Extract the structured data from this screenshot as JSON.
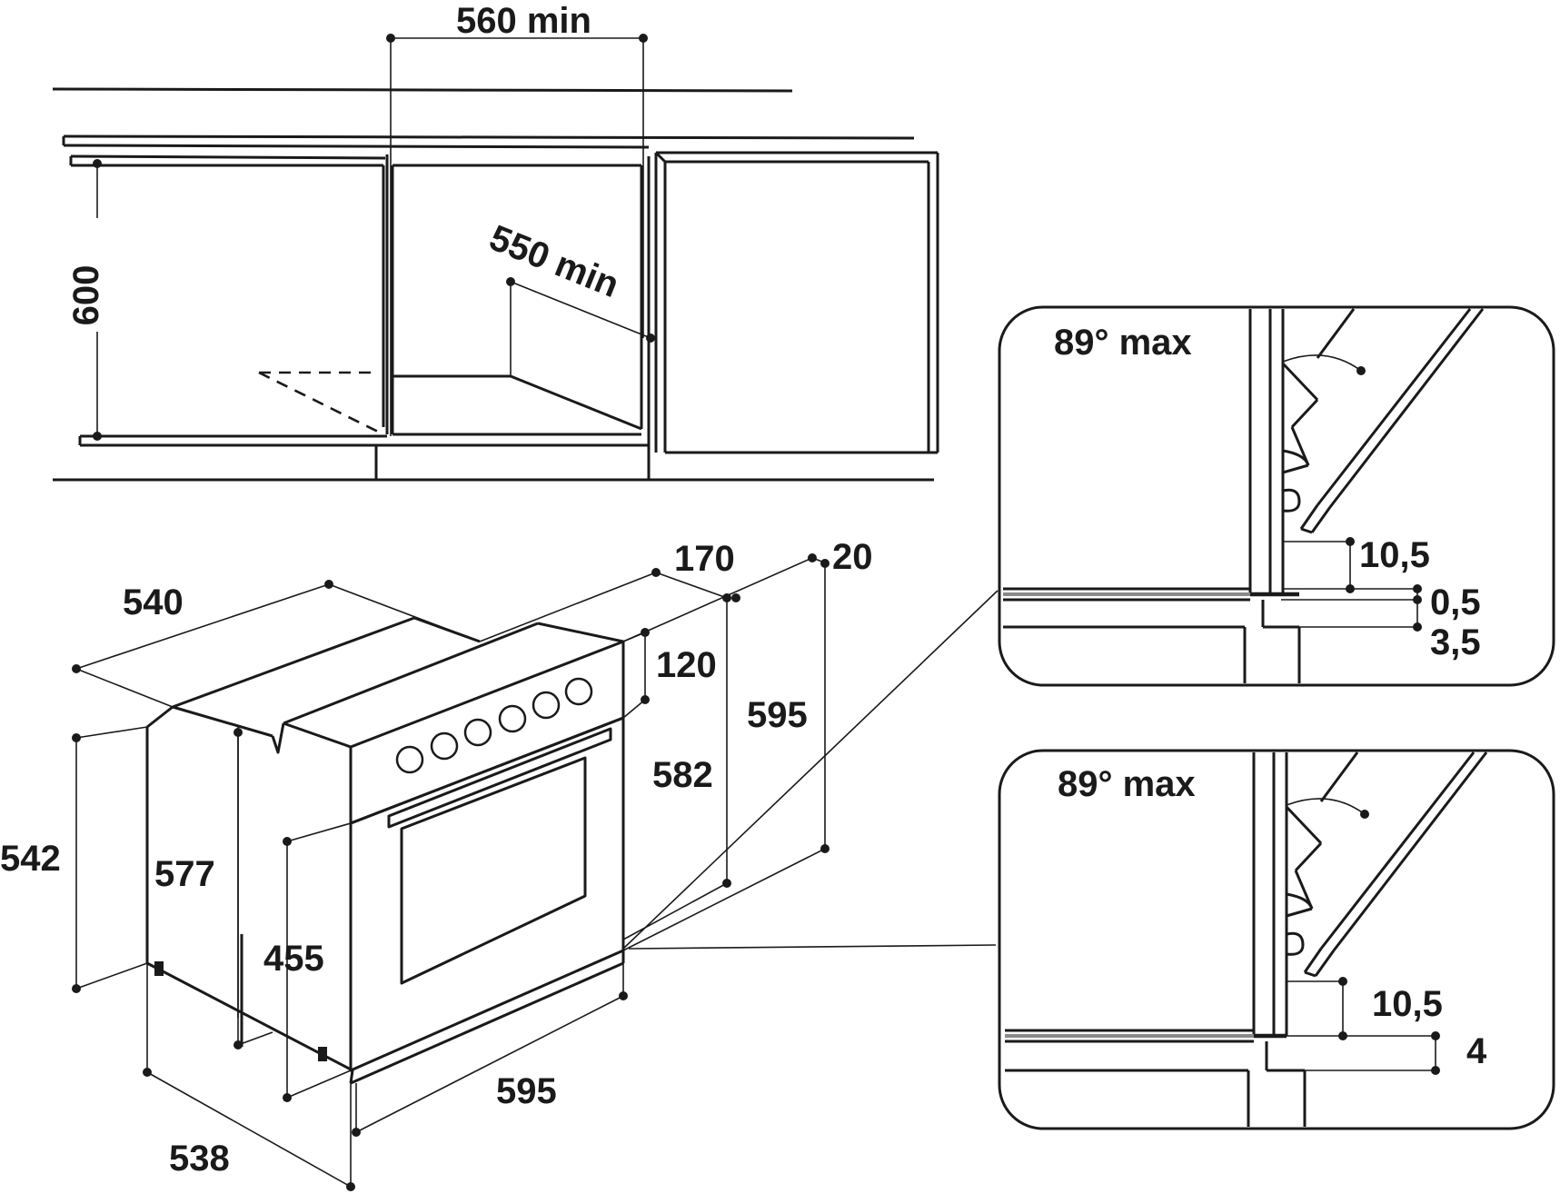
{
  "cabinet_view": {
    "width_label": "560 min",
    "depth_label": "550 min",
    "height_label": "600"
  },
  "oven_view": {
    "depth_top_label": "540",
    "panel_depth_label": "170",
    "panel_offset_label": "20",
    "panel_height_label": "120",
    "front_height_label": "595",
    "door_height_label": "582",
    "side_height_label": "542",
    "inner_height_label": "577",
    "recess_height_label": "455",
    "front_width_label": "595",
    "depth_bottom_label": "538"
  },
  "detail_top": {
    "angle_label": "89° max",
    "gap_label": "10,5",
    "offset_a_label": "0,5",
    "offset_b_label": "3,5"
  },
  "detail_bottom": {
    "angle_label": "89° max",
    "gap_label": "10,5",
    "offset_label": "4"
  },
  "colors": {
    "line": "#1a1a1a",
    "trim": "#8a8a8a",
    "background": "#ffffff"
  }
}
